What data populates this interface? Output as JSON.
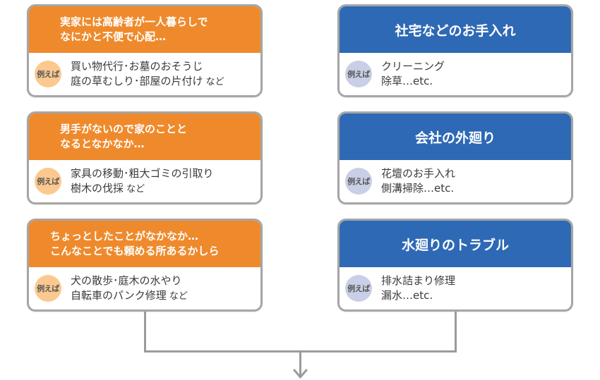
{
  "example_badge": "例えば",
  "left_cards": [
    {
      "header_lines": [
        "実家には高齢者が一人暮らしで",
        "なにかと不便で心配…"
      ],
      "body_lines": [
        {
          "main": "買い物代行･お墓のおそうじ",
          "suffix": ""
        },
        {
          "main": "庭の草むしり･部屋の片付け",
          "suffix": " など"
        }
      ]
    },
    {
      "header_lines": [
        "男手がないので家のことと",
        "なるとなかなか…"
      ],
      "body_lines": [
        {
          "main": "家具の移動･粗大ゴミの引取り",
          "suffix": ""
        },
        {
          "main": "樹木の伐採",
          "suffix": " など"
        }
      ]
    },
    {
      "header_lines": [
        "ちょっとしたことがなかなか…",
        "こんなことでも頼める所あるかしら"
      ],
      "body_lines": [
        {
          "main": "犬の散歩･庭木の水やり",
          "suffix": ""
        },
        {
          "main": "自転車のパンク修理",
          "suffix": " など"
        }
      ]
    }
  ],
  "right_cards": [
    {
      "title": "社宅などのお手入れ",
      "body_lines": [
        "クリーニング",
        "除草…etc."
      ]
    },
    {
      "title": "会社の外廻り",
      "body_lines": [
        "花壇のお手入れ",
        "側溝掃除…etc."
      ]
    },
    {
      "title": "水廻りのトラブル",
      "body_lines": [
        "排水詰まり修理",
        "漏水…etc."
      ]
    }
  ],
  "colors": {
    "orange_header": "#ef8a2c",
    "blue_header": "#2e69b5",
    "orange_badge": "#fbc98f",
    "blue_badge": "#c9cfe6",
    "border": "#a6a6a6",
    "connector": "#9b9b9b"
  }
}
